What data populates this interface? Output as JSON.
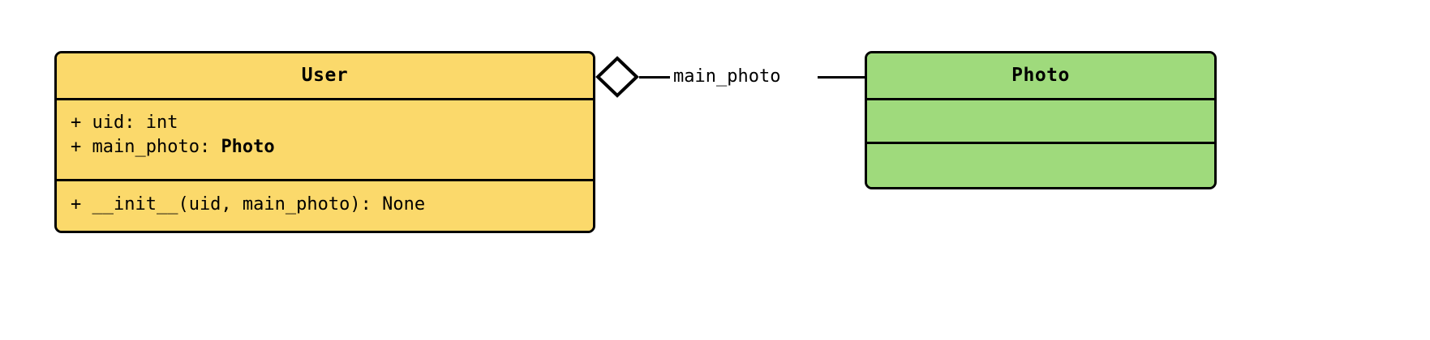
{
  "diagram": {
    "kind": "uml-class-diagram",
    "background_color": "#FFFFFF",
    "line_color": "#000000",
    "classes": [
      {
        "id": "user",
        "name": "User",
        "fill_color": "#FBD96B",
        "attributes": [
          {
            "visibility": "+",
            "prefix": "+ uid: ",
            "name": "uid",
            "type": "int",
            "type_bold": false,
            "text": "+ uid: int"
          },
          {
            "visibility": "+",
            "prefix": "+ main_photo: ",
            "name": "main_photo",
            "type": "Photo",
            "type_bold": true,
            "text": "+ main_photo: Photo"
          }
        ],
        "operations": [
          {
            "visibility": "+",
            "name": "__init__",
            "params": "uid, main_photo",
            "returns": "None",
            "text": "+ __init__(uid, main_photo): None"
          }
        ]
      },
      {
        "id": "photo",
        "name": "Photo",
        "fill_color": "#9FDA7C",
        "attributes": [],
        "operations": []
      }
    ],
    "relationships": [
      {
        "id": "user-main-photo",
        "type": "aggregation",
        "source": "User",
        "target": "Photo",
        "label": "main_photo",
        "diamond_fill": "#FFFFFF",
        "diamond_end": "source"
      }
    ]
  }
}
